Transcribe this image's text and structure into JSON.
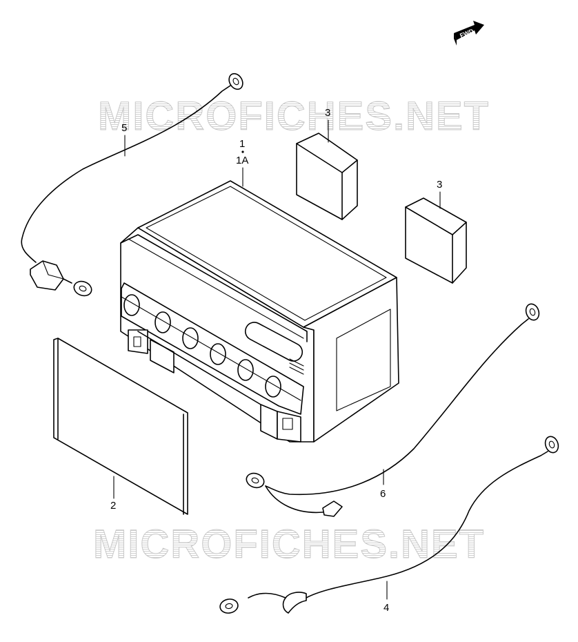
{
  "watermark": {
    "text_top": "MICROFICHES.NET",
    "text_bottom": "MICROFICHES.NET"
  },
  "direction_marker": {
    "label": "FWD",
    "icon": "arrow-right-icon"
  },
  "callouts": {
    "battery": "1",
    "battery_sub": "1A",
    "insulator": "2",
    "pad_upper": "3",
    "pad_lower": "3",
    "lead_lower": "4",
    "lead_left": "5",
    "lead_right": "6"
  }
}
